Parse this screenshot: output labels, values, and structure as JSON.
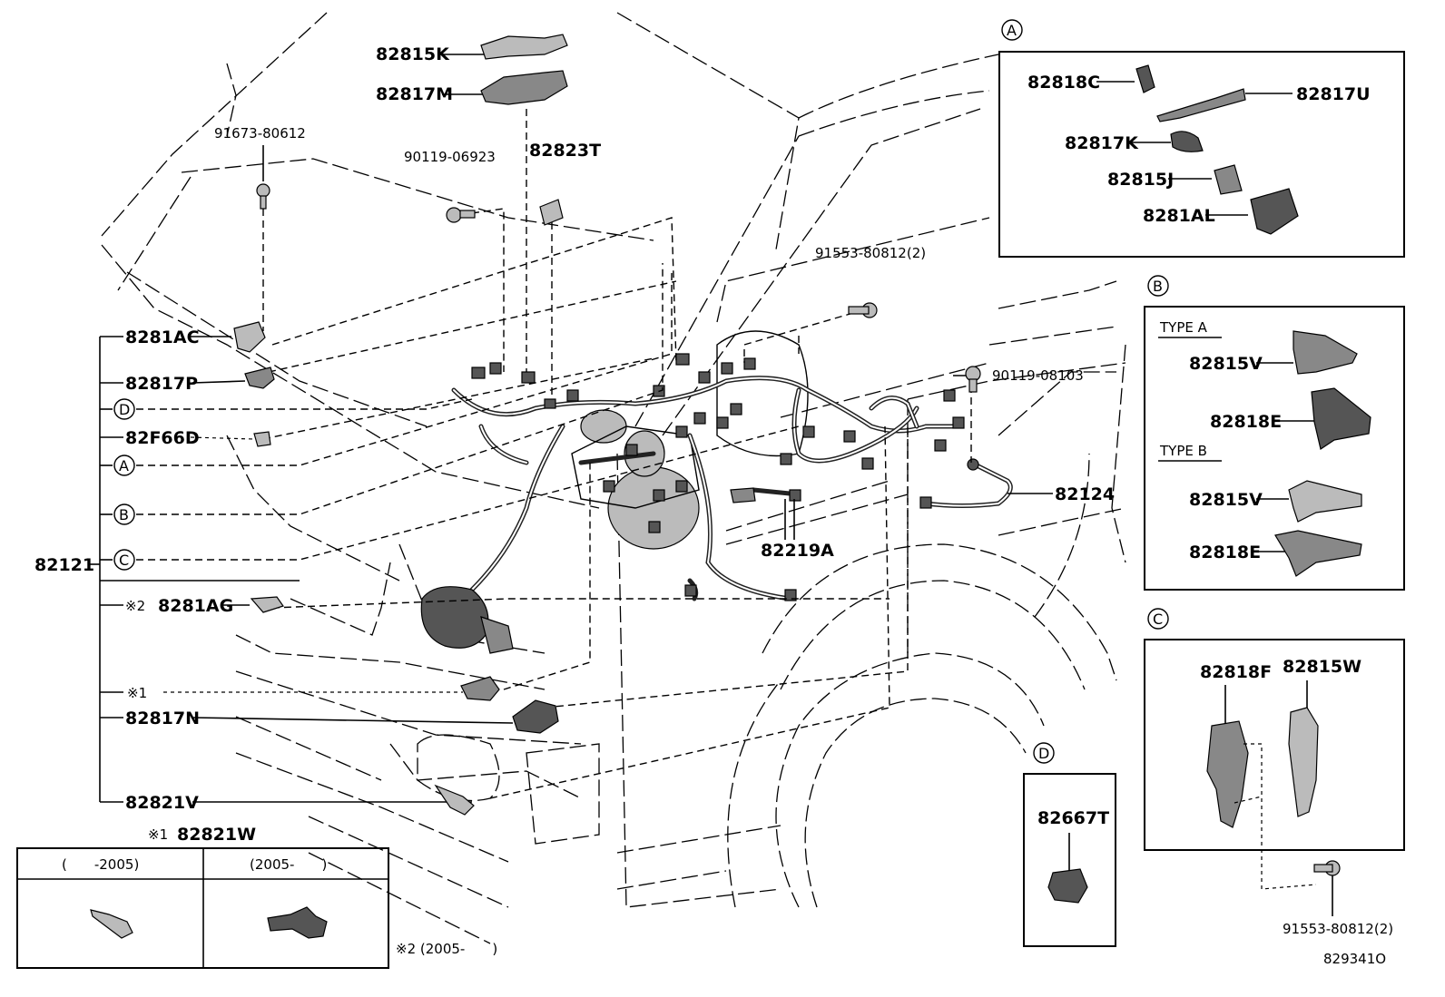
{
  "parts": {
    "p82815K": "82815K",
    "p82817M": "82817M",
    "p91673": "91673-80612",
    "p90119_06923": "90119-06923",
    "p82823T": "82823T",
    "p91553_top": "91553-80812(2)",
    "p90119_08103": "90119-08103",
    "p8281AC": "8281AC",
    "p82817P": "82817P",
    "p82F66D": "82F66D",
    "p82121": "82121",
    "p8281AG": "8281AG",
    "p82817N": "82817N",
    "p82821V": "82821V",
    "p82124": "82124",
    "p82219A": "82219A",
    "p82821W": "82821W",
    "p82667T": "82667T",
    "p91553_bottom": "91553-80812(2)",
    "figure_code": "829341O"
  },
  "callouts": {
    "A": "A",
    "B": "B",
    "C": "C",
    "D": "D",
    "note1": "※1",
    "note2": "※2"
  },
  "panel_a": {
    "title": "A",
    "items": [
      "82818C",
      "82817U",
      "82817K",
      "82815J",
      "8281AL"
    ]
  },
  "panel_b": {
    "title": "B",
    "type_a": "TYPE A",
    "type_b": "TYPE B",
    "items": [
      "82815V",
      "82818E",
      "82815V",
      "82818E"
    ]
  },
  "panel_c": {
    "title": "C",
    "items": [
      "82818F",
      "82815W"
    ]
  },
  "panel_d": {
    "title": "D"
  },
  "table_82821W": {
    "header_note": "※1",
    "col1": "(　　-2005)",
    "col2": "(2005-　　)"
  },
  "note2_text": "※2 (2005-　　)"
}
